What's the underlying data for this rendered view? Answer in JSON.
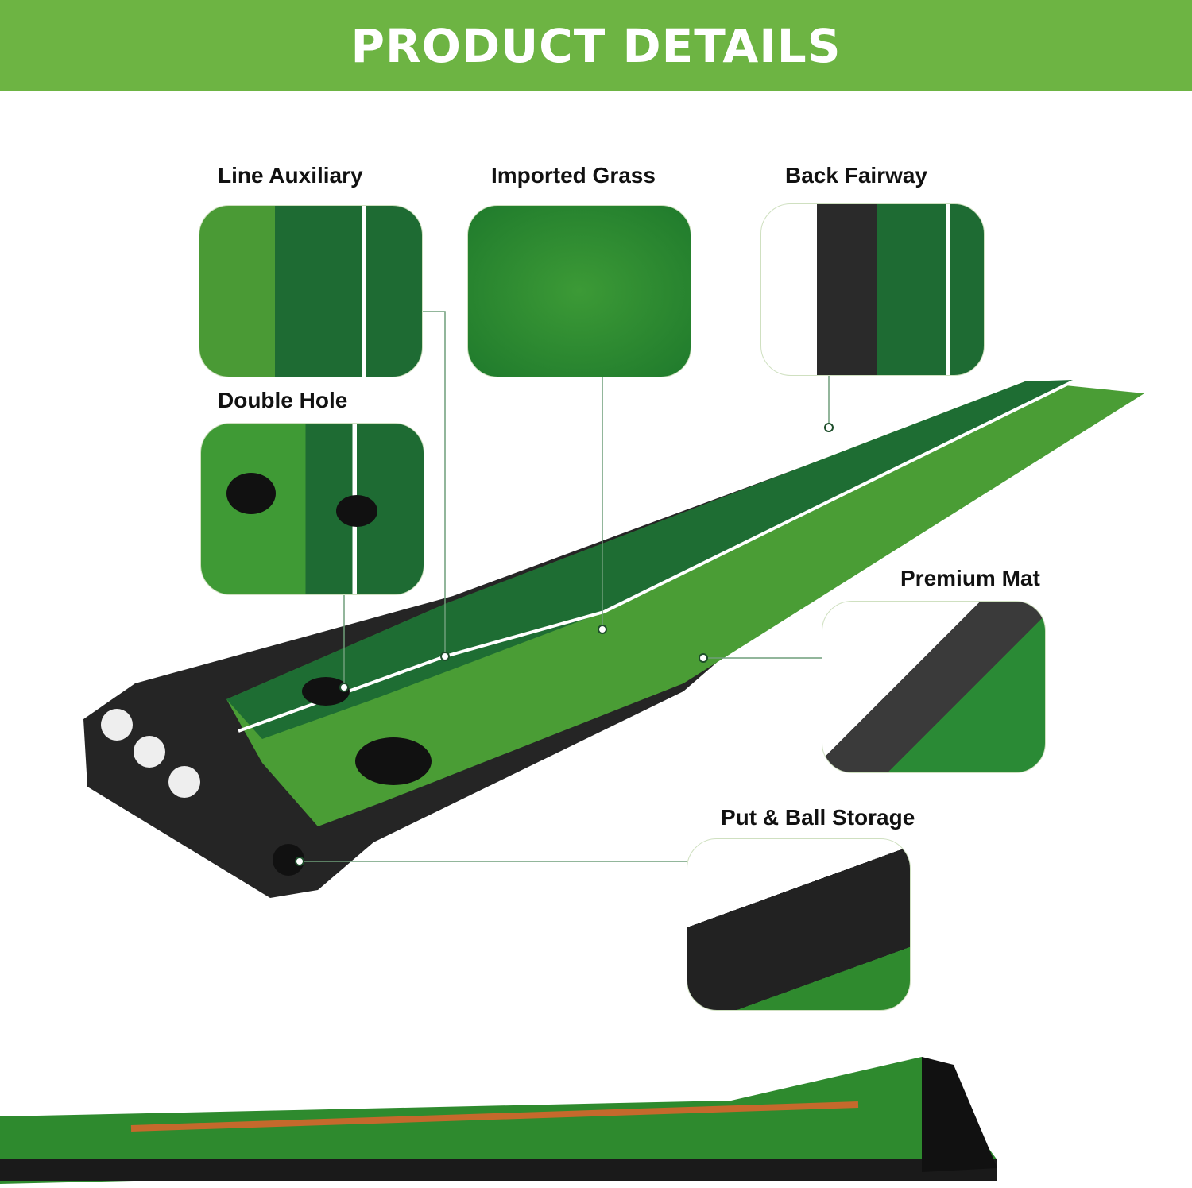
{
  "header": {
    "title": "PRODUCT DETAILS"
  },
  "features": [
    {
      "label": "Line Auxiliary",
      "icon": "line-auxiliary-closeup"
    },
    {
      "label": "Imported Grass",
      "icon": "imported-grass-closeup"
    },
    {
      "label": "Back Fairway",
      "icon": "back-fairway-closeup"
    },
    {
      "label": "Double Hole",
      "icon": "double-hole-closeup"
    },
    {
      "label": "Premium Mat",
      "icon": "premium-mat-closeup"
    },
    {
      "label": "Put & Ball Storage",
      "icon": "ball-storage-closeup"
    }
  ],
  "colors": {
    "brand": "#6db443",
    "dark_green": "#1f6b35",
    "light_green": "#3f9a35",
    "base": "#222222"
  }
}
